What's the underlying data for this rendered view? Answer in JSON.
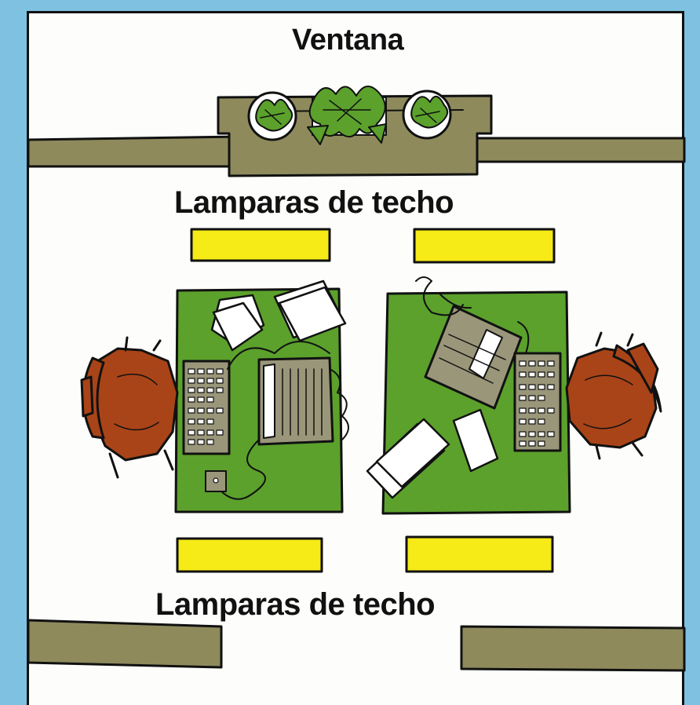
{
  "labels": {
    "window": "Ventana",
    "lamps_top": "Lamparas de techo",
    "lamps_bottom": "Lamparas de techo"
  },
  "colors": {
    "background": "#7fc1e0",
    "wall": "#8e8a5c",
    "desk": "#5ba12c",
    "lamp": "#f6ea17",
    "chair": "#a94418",
    "paper": "#ffffff",
    "device": "#9a967a",
    "outline": "#111111"
  }
}
